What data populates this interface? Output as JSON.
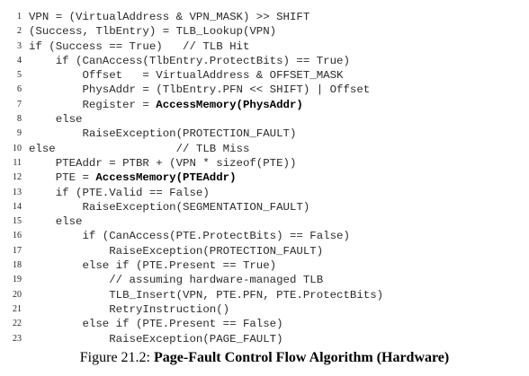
{
  "code_lines": [
    {
      "n": "1",
      "segs": [
        {
          "t": "VPN = (VirtualAddress & VPN_MASK) >> SHIFT"
        }
      ]
    },
    {
      "n": "2",
      "segs": [
        {
          "t": "(Success, TlbEntry) = TLB_Lookup(VPN)"
        }
      ]
    },
    {
      "n": "3",
      "segs": [
        {
          "t": "if (Success == True)   // TLB Hit"
        }
      ]
    },
    {
      "n": "4",
      "segs": [
        {
          "t": "    if (CanAccess(TlbEntry.ProtectBits) == True)"
        }
      ]
    },
    {
      "n": "5",
      "segs": [
        {
          "t": "        Offset   = VirtualAddress & OFFSET_MASK"
        }
      ]
    },
    {
      "n": "6",
      "segs": [
        {
          "t": "        PhysAddr = (TlbEntry.PFN << SHIFT) | Offset"
        }
      ]
    },
    {
      "n": "7",
      "segs": [
        {
          "t": "        Register = "
        },
        {
          "t": "AccessMemory(PhysAddr)",
          "b": true
        }
      ]
    },
    {
      "n": "8",
      "segs": [
        {
          "t": "    else"
        }
      ]
    },
    {
      "n": "9",
      "segs": [
        {
          "t": "        RaiseException(PROTECTION_FAULT)"
        }
      ]
    },
    {
      "n": "10",
      "segs": [
        {
          "t": "else                  // TLB Miss"
        }
      ]
    },
    {
      "n": "11",
      "segs": [
        {
          "t": "    PTEAddr = PTBR + (VPN * sizeof(PTE))"
        }
      ]
    },
    {
      "n": "12",
      "segs": [
        {
          "t": "    PTE = "
        },
        {
          "t": "AccessMemory(PTEAddr)",
          "b": true
        }
      ]
    },
    {
      "n": "13",
      "segs": [
        {
          "t": "    if (PTE.Valid == False)"
        }
      ]
    },
    {
      "n": "14",
      "segs": [
        {
          "t": "        RaiseException(SEGMENTATION_FAULT)"
        }
      ]
    },
    {
      "n": "15",
      "segs": [
        {
          "t": "    else"
        }
      ]
    },
    {
      "n": "16",
      "segs": [
        {
          "t": "        if (CanAccess(PTE.ProtectBits) == False)"
        }
      ]
    },
    {
      "n": "17",
      "segs": [
        {
          "t": "            RaiseException(PROTECTION_FAULT)"
        }
      ]
    },
    {
      "n": "18",
      "segs": [
        {
          "t": "        else if (PTE.Present == True)"
        }
      ]
    },
    {
      "n": "19",
      "segs": [
        {
          "t": "            // assuming hardware-managed TLB"
        }
      ]
    },
    {
      "n": "20",
      "segs": [
        {
          "t": "            TLB_Insert(VPN, PTE.PFN, PTE.ProtectBits)"
        }
      ]
    },
    {
      "n": "21",
      "segs": [
        {
          "t": "            RetryInstruction()"
        }
      ]
    },
    {
      "n": "22",
      "segs": [
        {
          "t": "        else if (PTE.Present == False)"
        }
      ]
    },
    {
      "n": "23",
      "segs": [
        {
          "t": "            RaiseException(PAGE_FAULT)"
        }
      ]
    }
  ],
  "caption": {
    "label": "Figure 21.2: ",
    "title": "Page-Fault Control Flow Algorithm (Hardware)"
  }
}
